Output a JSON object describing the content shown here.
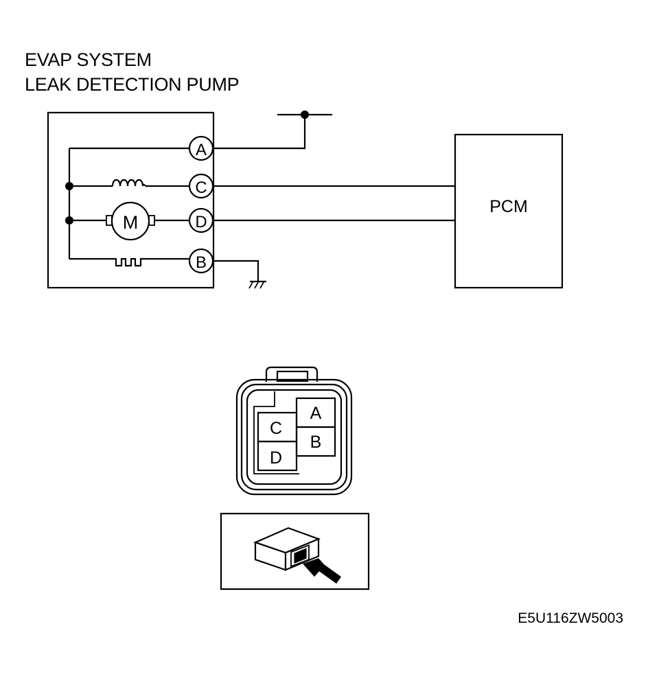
{
  "title": {
    "line1": "EVAP SYSTEM",
    "line2": "LEAK DETECTION PUMP"
  },
  "schematic": {
    "terminals": [
      "A",
      "C",
      "D",
      "B"
    ],
    "motor_label": "M",
    "module_label": "PCM"
  },
  "connector": {
    "pins": [
      "A",
      "B",
      "C",
      "D"
    ]
  },
  "figure_code": "E5U116ZW5003"
}
